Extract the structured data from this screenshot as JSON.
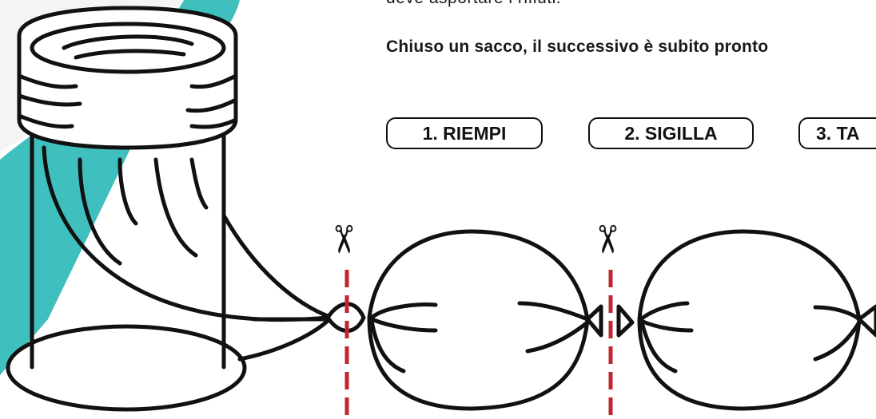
{
  "text": {
    "top_line": "deve asportare i rifiuti.",
    "bold_line": "Chiuso un sacco, il successivo è subito pronto"
  },
  "steps": [
    {
      "label": "1. RIEMPI"
    },
    {
      "label": "2. SIGILLA"
    },
    {
      "label": "3. TA"
    }
  ],
  "icons": {
    "scissors": "✂"
  },
  "colors": {
    "teal": "#3fbfbd",
    "ink": "#111111",
    "cut_line": "#c0272d"
  }
}
